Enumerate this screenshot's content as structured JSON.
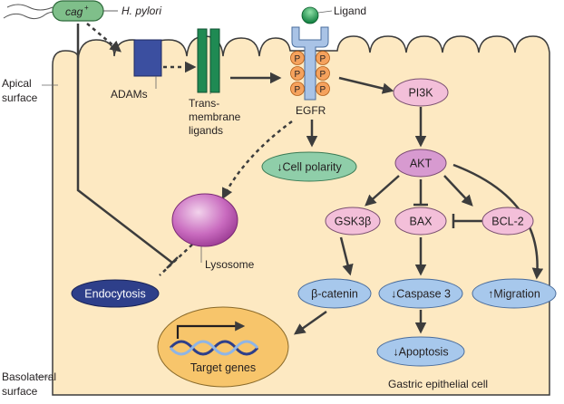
{
  "bacterium": {
    "name_prefix": "cag",
    "name_superscript": "+",
    "species": "H. pylori"
  },
  "labels": {
    "ligand": "Ligand",
    "apical_line1": "Apical",
    "apical_line2": "surface",
    "basolateral_line1": "Basolateral",
    "basolateral_line2": "surface",
    "adams": "ADAMs",
    "trans_line1": "Trans-",
    "trans_line2": "membrane",
    "trans_line3": "ligands",
    "egfr": "EGFR",
    "lysosome": "Lysosome",
    "cell": "Gastric epithelial cell",
    "phospho": "P"
  },
  "nodes": {
    "pi3k": "PI3K",
    "akt": "AKT",
    "gsk3b": "GSK3β",
    "bax": "BAX",
    "bcl2": "BCL-2",
    "cell_polarity": "↓Cell polarity",
    "endocytosis": "Endocytosis",
    "beta_catenin": "β-catenin",
    "caspase3": "↓Caspase 3",
    "migration": "↑Migration",
    "apoptosis": "↓Apoptosis",
    "target_genes": "Target genes"
  },
  "colors": {
    "cell_fill": "#fde9c2",
    "cell_stroke": "#3c3c3c",
    "pink_node": "#f3bfd9",
    "purple_node": "#d79ad0",
    "blue_node": "#a7c8ec",
    "dark_blue_node": "#2e3f8a",
    "green_node": "#8fcea9",
    "adams_blue": "#3b4fa0",
    "tm_green": "#1f8a53",
    "egfr_blue": "#a9c3e6",
    "phospho_orange": "#f5a25d",
    "bacterium_green": "#7fbf8a",
    "target_genes_fill": "#f7c56b",
    "arrow": "#3c3c3c"
  }
}
